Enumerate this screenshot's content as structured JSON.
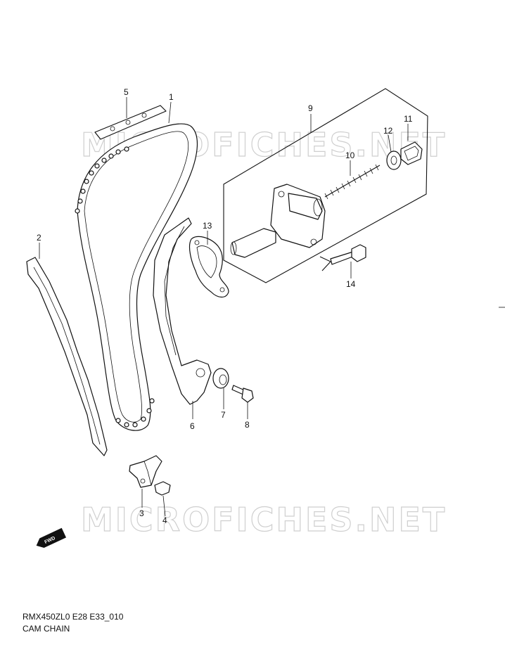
{
  "watermark": {
    "top": "MICROFICHES.NET",
    "bottom": "MICROFICHES.NET"
  },
  "callouts": {
    "p1": "1",
    "p2": "2",
    "p3": "3",
    "p4": "4",
    "p5": "5",
    "p6": "6",
    "p7": "7",
    "p8": "8",
    "p9": "9",
    "p10": "10",
    "p11": "11",
    "p12": "12",
    "p13": "13",
    "p14": "14"
  },
  "fwd_label": "FWD",
  "caption": {
    "code": "RMX450ZL0 E28 E33_010",
    "title": "CAM CHAIN"
  }
}
